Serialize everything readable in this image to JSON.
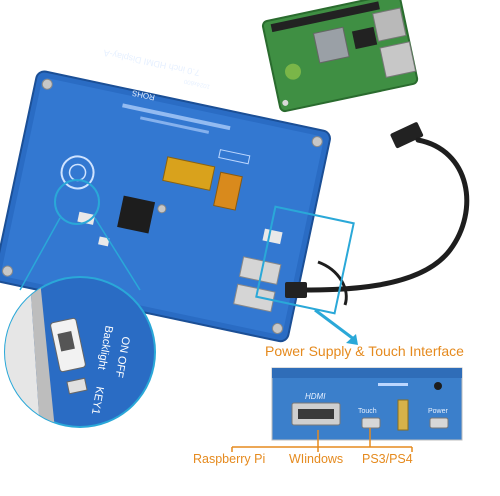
{
  "board": {
    "title_line": "7.0 inch HDMI Display-A",
    "logo": "ROHS",
    "small_text": "1024x600"
  },
  "magnifier": {
    "label_top": "Backlight",
    "label_mid": "ON OFF",
    "label_bottom": "KEY1"
  },
  "interface": {
    "title": "Power Supply & Touch Interface",
    "port_hdmi": "HDMI",
    "port_touch": "Touch",
    "port_power": "Power"
  },
  "compatibility": {
    "labels": [
      "Raspberry Pi",
      "WIindows",
      "PS3/PS4"
    ]
  },
  "colors": {
    "board_blue": "#2a6cc4",
    "accent_orange": "#e58a1e",
    "callout_cyan": "#2aa8d8",
    "pi_green": "#3f8f43"
  }
}
